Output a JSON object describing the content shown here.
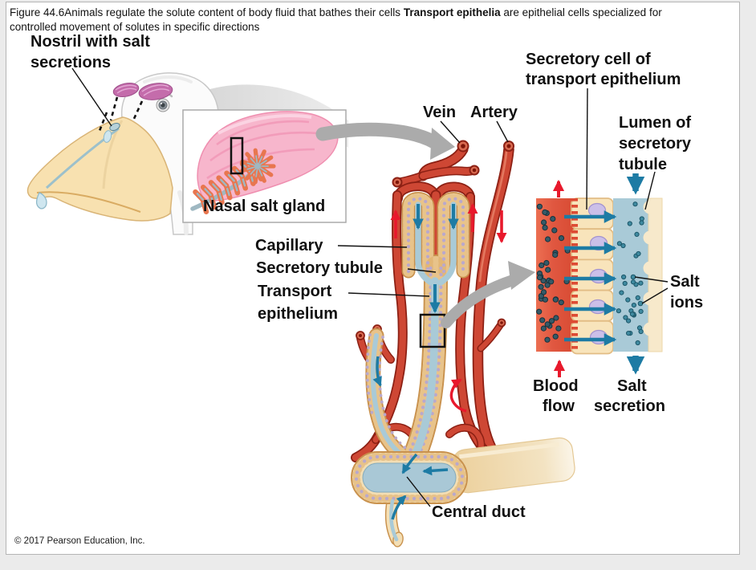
{
  "page": {
    "caption": {
      "prefix": "Figure 44.6",
      "body": "Animals regulate the solute content of body fluid that bathes their cells ",
      "bold_term": "Transport epithelia",
      "suffix1": " are epithelial cells specialized for",
      "suffix2": "controlled movement of solutes in specific directions"
    },
    "copyright": "© 2017 Pearson Education, Inc."
  },
  "labels": {
    "nostril_line1": "Nostril with salt",
    "nostril_line2": "secretions",
    "nasal_gland": "Nasal salt gland",
    "vein": "Vein",
    "artery": "Artery",
    "capillary": "Capillary",
    "secretory_tubule": "Secretory tubule",
    "transport_line1": "Transport",
    "transport_line2": "epithelium",
    "secretory_cell_line1": "Secretory cell of",
    "secretory_cell_line2": "transport epithelium",
    "lumen_line1": "Lumen of",
    "lumen_line2": "secretory",
    "lumen_line3": "tubule",
    "salt_ions_line1": "Salt",
    "salt_ions_line2": "ions",
    "blood_flow_line1": "Blood",
    "blood_flow_line2": "flow",
    "salt_secretion_line1": "Salt",
    "salt_secretion_line2": "secretion",
    "central_duct": "Central duct"
  },
  "colors": {
    "vessel_red": "#ce4734",
    "blood_panel_red": "#e05740",
    "epithelium_cream": "#f7e3bb",
    "lumen_blue": "#a9cad7",
    "salt_ion_teal": "#355a68",
    "flow_arrow_blue": "#1d7ba4",
    "flow_arrow_red": "#e8192c",
    "gland_pink": "#f7b6cc",
    "callout_gray": "#ababab"
  }
}
